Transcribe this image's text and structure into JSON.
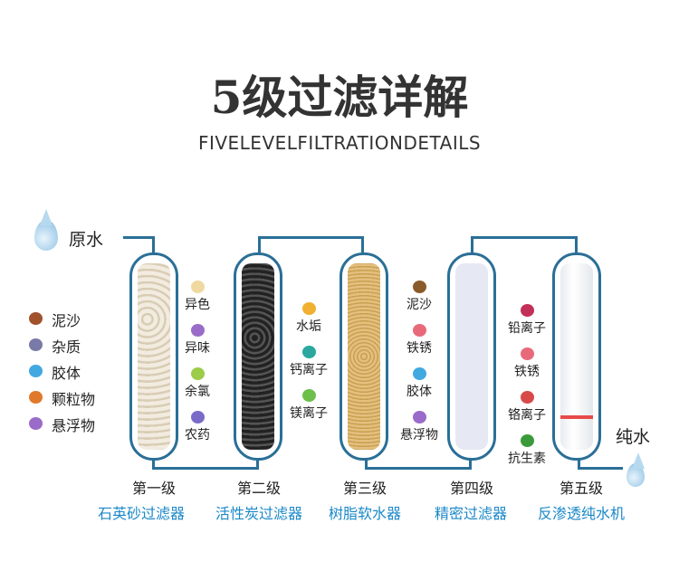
{
  "title": "5级过滤详解",
  "subtitle": "FIVELEVELFILTRATIONDETAILS",
  "raw_water": "原水",
  "pure_water": "纯水",
  "left_list": [
    {
      "label": "泥沙",
      "color": "#a0522d"
    },
    {
      "label": "杂质",
      "color": "#7a7aa8"
    },
    {
      "label": "胶体",
      "color": "#42a8e0"
    },
    {
      "label": "颗粒物",
      "color": "#e07a2a"
    },
    {
      "label": "悬浮物",
      "color": "#9b6bc9"
    }
  ],
  "stages": [
    {
      "level": "第一级",
      "name": "石英砂过滤器",
      "core": "#e8e0d0",
      "removes": [
        {
          "label": "异色",
          "color": "#f0d9a0"
        },
        {
          "label": "异味",
          "color": "#9b6bc9"
        },
        {
          "label": "余氯",
          "color": "#9ccc4a"
        },
        {
          "label": "农药",
          "color": "#7a6bc9"
        }
      ]
    },
    {
      "level": "第二级",
      "name": "活性炭过滤器",
      "core": "#3a3a3a",
      "removes": [
        {
          "label": "水垢",
          "color": "#f0b030"
        },
        {
          "label": "钙离子",
          "color": "#2aa8a0"
        },
        {
          "label": "镁离子",
          "color": "#6cbf4a"
        }
      ]
    },
    {
      "level": "第三级",
      "name": "树脂软水器",
      "core": "#d9b060",
      "removes": [
        {
          "label": "泥沙",
          "color": "#8b5a2b"
        },
        {
          "label": "铁锈",
          "color": "#e86a7a"
        },
        {
          "label": "胶体",
          "color": "#42a8e0"
        },
        {
          "label": "悬浮物",
          "color": "#9b6bc9"
        }
      ]
    },
    {
      "level": "第四级",
      "name": "精密过滤器",
      "core": "#e6e8f4",
      "removes": [
        {
          "label": "铅离子",
          "color": "#c2305a"
        },
        {
          "label": "铁锈",
          "color": "#e86a7a"
        },
        {
          "label": "铬离子",
          "color": "#d84a4a"
        },
        {
          "label": "抗生素",
          "color": "#3a9a3a"
        }
      ]
    },
    {
      "level": "第五级",
      "name": "反渗透纯水机",
      "core": "#f4f6f8"
    }
  ]
}
